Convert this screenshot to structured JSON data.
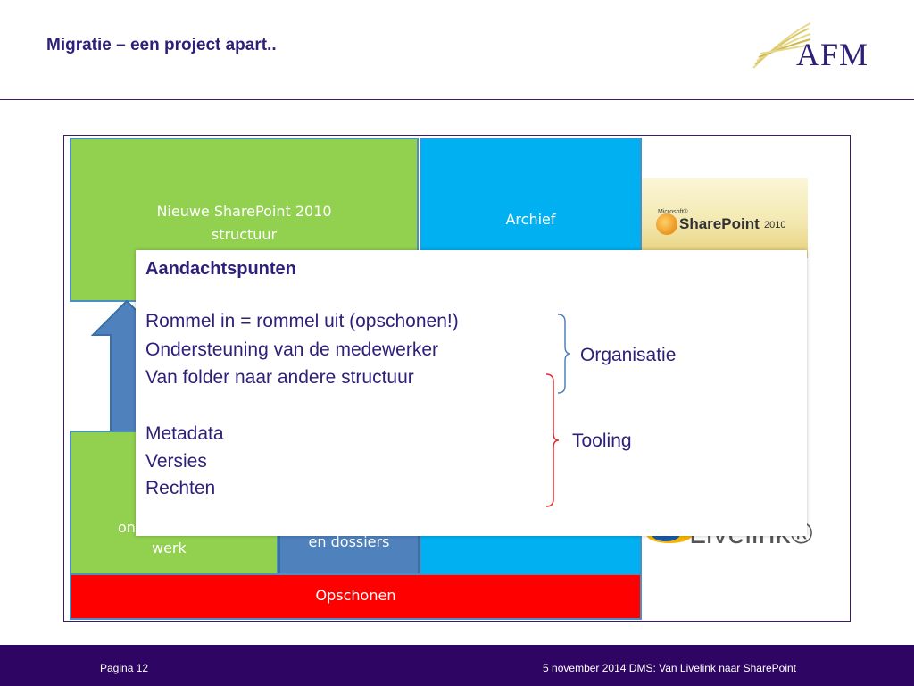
{
  "slide": {
    "title": "Migratie – een project apart.."
  },
  "logo": {
    "text": "AFM"
  },
  "diagram": {
    "top_left": "Nieuwe SharePoint 2010 structuur",
    "top_right": "Archief",
    "sharepoint_logo": {
      "small": "Microsoft®",
      "name": "SharePoint",
      "year": "2010"
    },
    "bottom_left_partial_1": "on",
    "bottom_left_partial_2": "werk",
    "bottom_middle_partial": "en dossiers",
    "livelink_logo": "Livelink®",
    "bottom_bar": "Opschonen"
  },
  "callout": {
    "title": "Aandachtspunten",
    "organisatie_items": [
      "Rommel in = rommel uit (opschonen!)",
      "Ondersteuning van de medewerker",
      "Van folder naar andere structuur"
    ],
    "tooling_items": [
      "Metadata",
      "Versies",
      "Rechten"
    ],
    "organisatie_label": "Organisatie",
    "tooling_label": "Tooling",
    "colors": {
      "organisatie_brace": "#4f81bd",
      "tooling_brace": "#e03030"
    }
  },
  "footer": {
    "page": "Pagina 12",
    "info": "5 november 2014 DMS: Van Livelink naar SharePoint"
  }
}
